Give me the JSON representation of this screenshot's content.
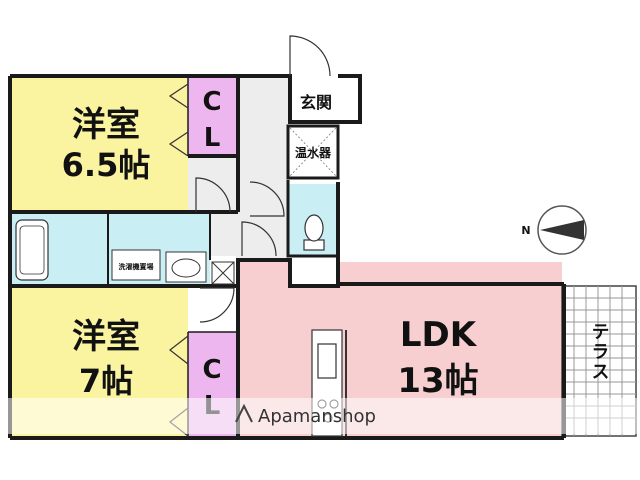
{
  "colors": {
    "western_room": "#FAF3A0",
    "closet": "#EEB6EE",
    "ldk": "#F7CFD0",
    "bath": "#C9EEF4",
    "corridor": "#EDEDED",
    "wall": "#1A1A1A",
    "terrace": "#FFFFFF"
  },
  "rooms": {
    "western1": {
      "name": "洋室",
      "size": "6.5帖"
    },
    "western2": {
      "name": "洋室",
      "size": "7帖"
    },
    "closet1": {
      "c": "C",
      "l": "L"
    },
    "closet2": {
      "c": "C",
      "l": "L"
    },
    "entrance": {
      "label": "玄関"
    },
    "water_heater": {
      "label": "温水器"
    },
    "ldk": {
      "name": "LDK",
      "size": "13帖"
    },
    "terrace": {
      "label": "テラス"
    },
    "washer": {
      "label": "洗濯機置場"
    }
  },
  "compass": {
    "label": "N",
    "icon": "compass-north-arrow-icon"
  },
  "watermark": {
    "brand": "Apamanshop"
  }
}
